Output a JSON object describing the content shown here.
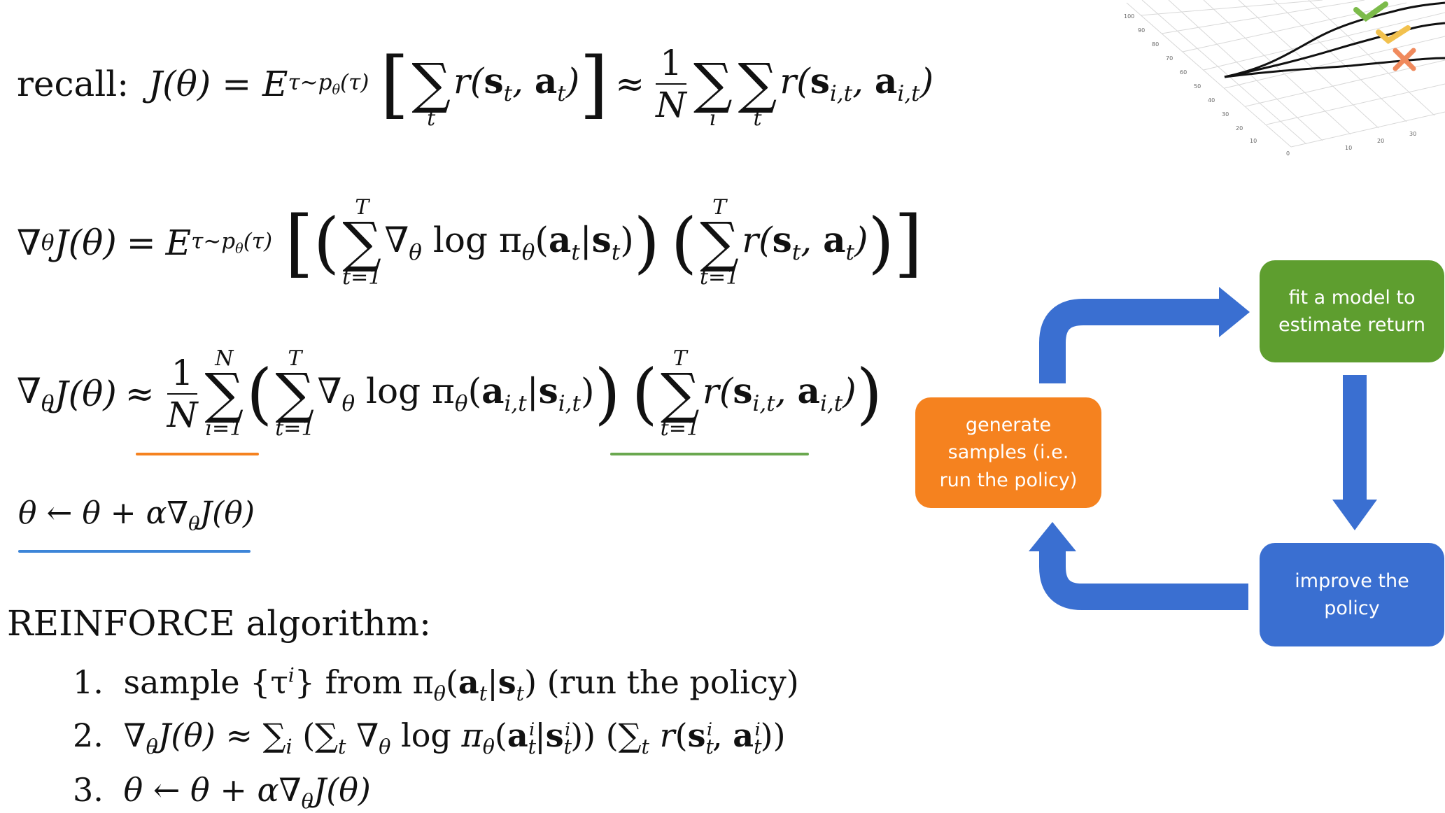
{
  "colors": {
    "orange_box": "#F5821F",
    "orange_underline": "#F5821F",
    "green_box": "#5E9E2F",
    "green_underline": "#6AA84F",
    "blue_box": "#3A6FD1",
    "blue_underline": "#3D85D8",
    "arrow_blue": "#3A6FD1",
    "check_green": "#7CBB4A",
    "check_yellow": "#F2C14E",
    "cross_orange": "#F08A5D"
  },
  "equations": {
    "recall_label": "recall:",
    "eq1_J": "J(θ) = E",
    "eq1_sub": "τ∼p",
    "eq1_sub_theta": "θ",
    "eq1_sub_tau": "(τ)",
    "approx": "≈",
    "one": "1",
    "N": "N",
    "grad_J": "∇",
    "theta": "θ",
    "J_theta": "J(θ)",
    "sum_t": "t",
    "sum_i": "i",
    "sum_T": "T",
    "sum_N": "N",
    "t_eq_1": "t=1",
    "i_eq_1": "i=1",
    "log_pi": "log π",
    "r": "r",
    "update_rule": "θ ← θ + α∇"
  },
  "reinforce": {
    "title": "REINFORCE algorithm:",
    "step1_num": "1.",
    "step1_a": "sample {τ",
    "step1_sup": "i",
    "step1_b": "} from π",
    "step1_c": "(run the policy)",
    "step2_num": "2.",
    "step3_num": "3."
  },
  "diagram": {
    "generate_samples": "generate\nsamples (i.e.\nrun the policy)",
    "fit_model": "fit a model to\nestimate return",
    "improve_policy": "improve the\npolicy"
  },
  "plot_axis_ticks": {
    "left": [
      "100",
      "90",
      "80",
      "70",
      "60",
      "50",
      "40",
      "30",
      "20",
      "10",
      "0"
    ],
    "bottom": [
      "0",
      "10",
      "20",
      "30"
    ]
  }
}
